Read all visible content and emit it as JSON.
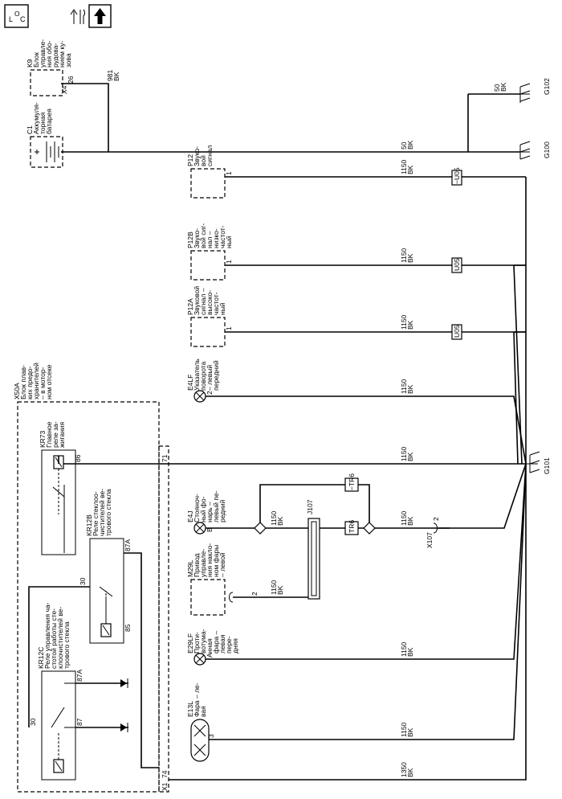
{
  "header": {
    "loc_icon_label": "L O C",
    "icons": [
      "loc-icon",
      "service-tools-icon",
      "up-arrow-icon"
    ]
  },
  "components": {
    "k9": {
      "lines": [
        "K9",
        "Блок",
        "управле-",
        "ния обо-",
        "рудова-",
        "нием ку-",
        "зова"
      ],
      "connector": "X4",
      "pin": "26"
    },
    "c1": {
      "lines": [
        "C1",
        "Аккумуля-",
        "торная",
        "батарея"
      ]
    },
    "p12": {
      "lines": [
        "P12",
        "Звуко-",
        "вой",
        "сигнал"
      ],
      "pin": "1"
    },
    "p12b": {
      "lines": [
        "P12B",
        "Звуко-",
        "вой сиг-",
        "нал –",
        "низко-",
        "частот-",
        "ный"
      ],
      "pin": "1"
    },
    "p12a": {
      "lines": [
        "P12A",
        "Звуковой",
        "сигнал –",
        "высоко-",
        "частот-",
        "ный"
      ],
      "pin": "1"
    },
    "e4lf": {
      "lines": [
        "E4LF",
        "Указатель",
        "поворота",
        "– левый",
        "передний"
      ],
      "pin": "2"
    },
    "x50a": {
      "lines": [
        "X50A",
        "Блок плав-",
        "ких предо-",
        "хранителей",
        "– в мотор-",
        "ном отсеке"
      ],
      "connector": "X1",
      "pin_71": "71",
      "pin_74": "74"
    },
    "kr73": {
      "lines": [
        "KR73",
        "Главное",
        "реле за-",
        "жигания"
      ],
      "pin": "86"
    },
    "kr12b": {
      "lines": [
        "KR12B",
        "Реле стеклоо-",
        "чистителей ве-",
        "трового стекла"
      ],
      "pin_87a": "87A",
      "pin_30": "30",
      "pin_85": "85"
    },
    "kr12c": {
      "lines": [
        "KR12C",
        "Реле управления ча-",
        "стотой работы сте-",
        "клоочистителей ве-",
        "трового стекла"
      ],
      "pin_87a": "87A",
      "pin_30": "30",
      "pin_87": "87"
    },
    "e4j": {
      "lines": [
        "E4J",
        "Стояноч-",
        "ный фо-",
        "нарь –",
        "левый пе-",
        "редний"
      ],
      "pin": "B"
    },
    "m29l": {
      "lines": [
        "M29L",
        "Привод",
        "управле-",
        "ния накло-",
        "ном фары",
        "– левой"
      ],
      "pin": "2"
    },
    "e29lf": {
      "lines": [
        "E29LF",
        "Проти-",
        "вотума-",
        "нная",
        "фара –",
        "левая",
        "пере-",
        "дняя"
      ],
      "pin": "A"
    },
    "e13l": {
      "lines": [
        "E13L",
        "Фара – ле-",
        "вая"
      ],
      "pin": "3"
    }
  },
  "splices": {
    "j107": "J107",
    "x107": "X107",
    "x107_pin": "2"
  },
  "connectors": {
    "u05": "U05",
    "u05_neg": "−U05",
    "tr6": "TR6",
    "tr6_neg": "−TR6"
  },
  "grounds": {
    "g102": "G102",
    "g100": "G100",
    "g101": "G101"
  },
  "wires": {
    "w981": {
      "num": "981",
      "color": "BK"
    },
    "w50a": {
      "num": "50",
      "color": "BK"
    },
    "w50b": {
      "num": "50",
      "color": "BK"
    },
    "w1150": {
      "num": "1150",
      "color": "BK"
    },
    "w1350": {
      "num": "1350",
      "color": "BK"
    }
  }
}
